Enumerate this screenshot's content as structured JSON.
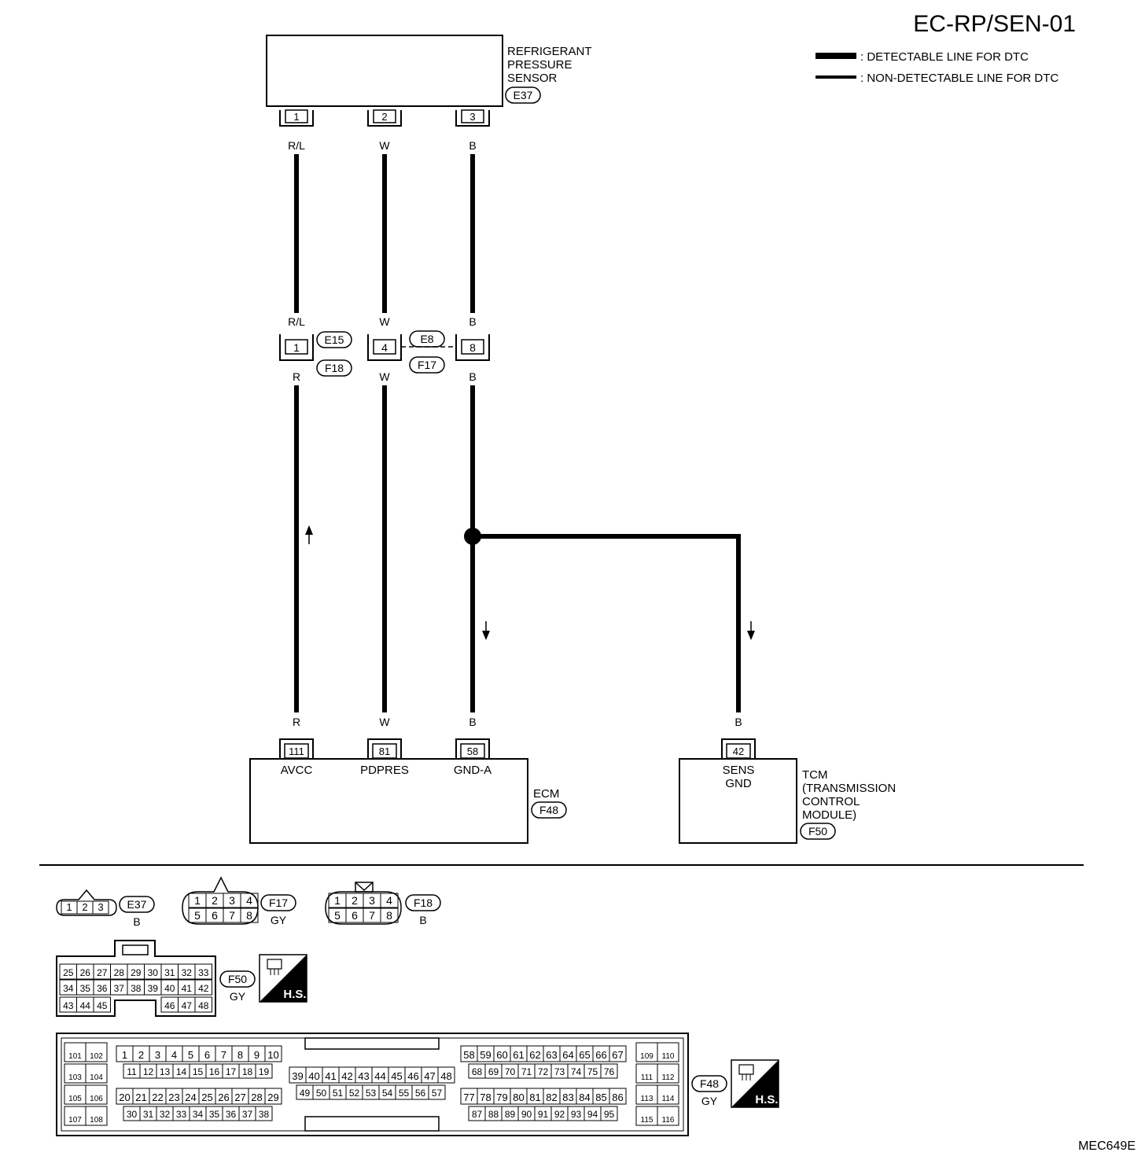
{
  "title": "EC-RP/SEN-01",
  "figure_id": "MEC649E",
  "legend": [
    {
      "kind": "thick",
      "label": ": DETECTABLE LINE FOR DTC"
    },
    {
      "kind": "thin",
      "label": ": NON-DETECTABLE LINE FOR DTC"
    }
  ],
  "sensor": {
    "name_lines": [
      "REFRIGERANT",
      "PRESSURE",
      "SENSOR"
    ],
    "connector": "E37",
    "pins": [
      "1",
      "2",
      "3"
    ],
    "wire_colors": [
      "R/L",
      "W",
      "B"
    ]
  },
  "joint": {
    "upper_colors": [
      "R/L",
      "W",
      "B"
    ],
    "lower_colors": [
      "R",
      "W",
      "B"
    ],
    "pins": [
      "1",
      "4",
      "8"
    ],
    "conn_a_upper": "E15",
    "conn_a_lower": "F18",
    "conn_b_upper": "E8",
    "conn_b_lower": "F17"
  },
  "ecm": {
    "label": "ECM",
    "connector": "F48",
    "wire_colors": [
      "R",
      "W",
      "B"
    ],
    "pins": [
      "111",
      "81",
      "58"
    ],
    "terminals": [
      "AVCC",
      "PDPRES",
      "GND-A"
    ]
  },
  "tcm": {
    "label_lines": [
      "TCM",
      "(TRANSMISSION",
      "CONTROL",
      "MODULE)"
    ],
    "connector": "F50",
    "wire_color": "B",
    "pin": "42",
    "terminal_lines": [
      "SENS",
      "GND"
    ]
  },
  "connector_views": {
    "e37": {
      "id": "E37",
      "color": "B",
      "pins": [
        "1",
        "2",
        "3"
      ]
    },
    "f17": {
      "id": "F17",
      "color": "GY",
      "top": [
        "1",
        "2",
        "3",
        "4"
      ],
      "bottom": [
        "5",
        "6",
        "7",
        "8"
      ]
    },
    "f18": {
      "id": "F18",
      "color": "B",
      "top": [
        "1",
        "2",
        "3",
        "4"
      ],
      "bottom": [
        "5",
        "6",
        "7",
        "8"
      ]
    },
    "f50": {
      "id": "F50",
      "color": "GY",
      "row1": [
        "25",
        "26",
        "27",
        "28",
        "29",
        "30",
        "31",
        "32",
        "33"
      ],
      "row2": [
        "34",
        "35",
        "36",
        "37",
        "38",
        "39",
        "40",
        "41",
        "42"
      ],
      "row3_left": [
        "43",
        "44",
        "45"
      ],
      "row3_right": [
        "46",
        "47",
        "48"
      ]
    },
    "f48": {
      "id": "F48",
      "color": "GY",
      "left_block": [
        [
          "101",
          "102"
        ],
        [
          "103",
          "104"
        ],
        [
          "105",
          "106"
        ],
        [
          "107",
          "108"
        ]
      ],
      "a_row1": [
        "1",
        "2",
        "3",
        "4",
        "5",
        "6",
        "7",
        "8",
        "9",
        "10"
      ],
      "a_row2": [
        "11",
        "12",
        "13",
        "14",
        "15",
        "16",
        "17",
        "18",
        "19"
      ],
      "a_row3": [
        "20",
        "21",
        "22",
        "23",
        "24",
        "25",
        "26",
        "27",
        "28",
        "29"
      ],
      "a_row4": [
        "30",
        "31",
        "32",
        "33",
        "34",
        "35",
        "36",
        "37",
        "38"
      ],
      "b_row1": [
        "39",
        "40",
        "41",
        "42",
        "43",
        "44",
        "45",
        "46",
        "47",
        "48"
      ],
      "b_row2": [
        "49",
        "50",
        "51",
        "52",
        "53",
        "54",
        "55",
        "56",
        "57"
      ],
      "c_row1": [
        "58",
        "59",
        "60",
        "61",
        "62",
        "63",
        "64",
        "65",
        "66",
        "67"
      ],
      "c_row2": [
        "68",
        "69",
        "70",
        "71",
        "72",
        "73",
        "74",
        "75",
        "76"
      ],
      "c_row3": [
        "77",
        "78",
        "79",
        "80",
        "81",
        "82",
        "83",
        "84",
        "85",
        "86"
      ],
      "c_row4": [
        "87",
        "88",
        "89",
        "90",
        "91",
        "92",
        "93",
        "94",
        "95"
      ],
      "right_block": [
        [
          "109",
          "110"
        ],
        [
          "111",
          "112"
        ],
        [
          "113",
          "114"
        ],
        [
          "115",
          "116"
        ]
      ]
    }
  },
  "hs_badge": "H.S."
}
